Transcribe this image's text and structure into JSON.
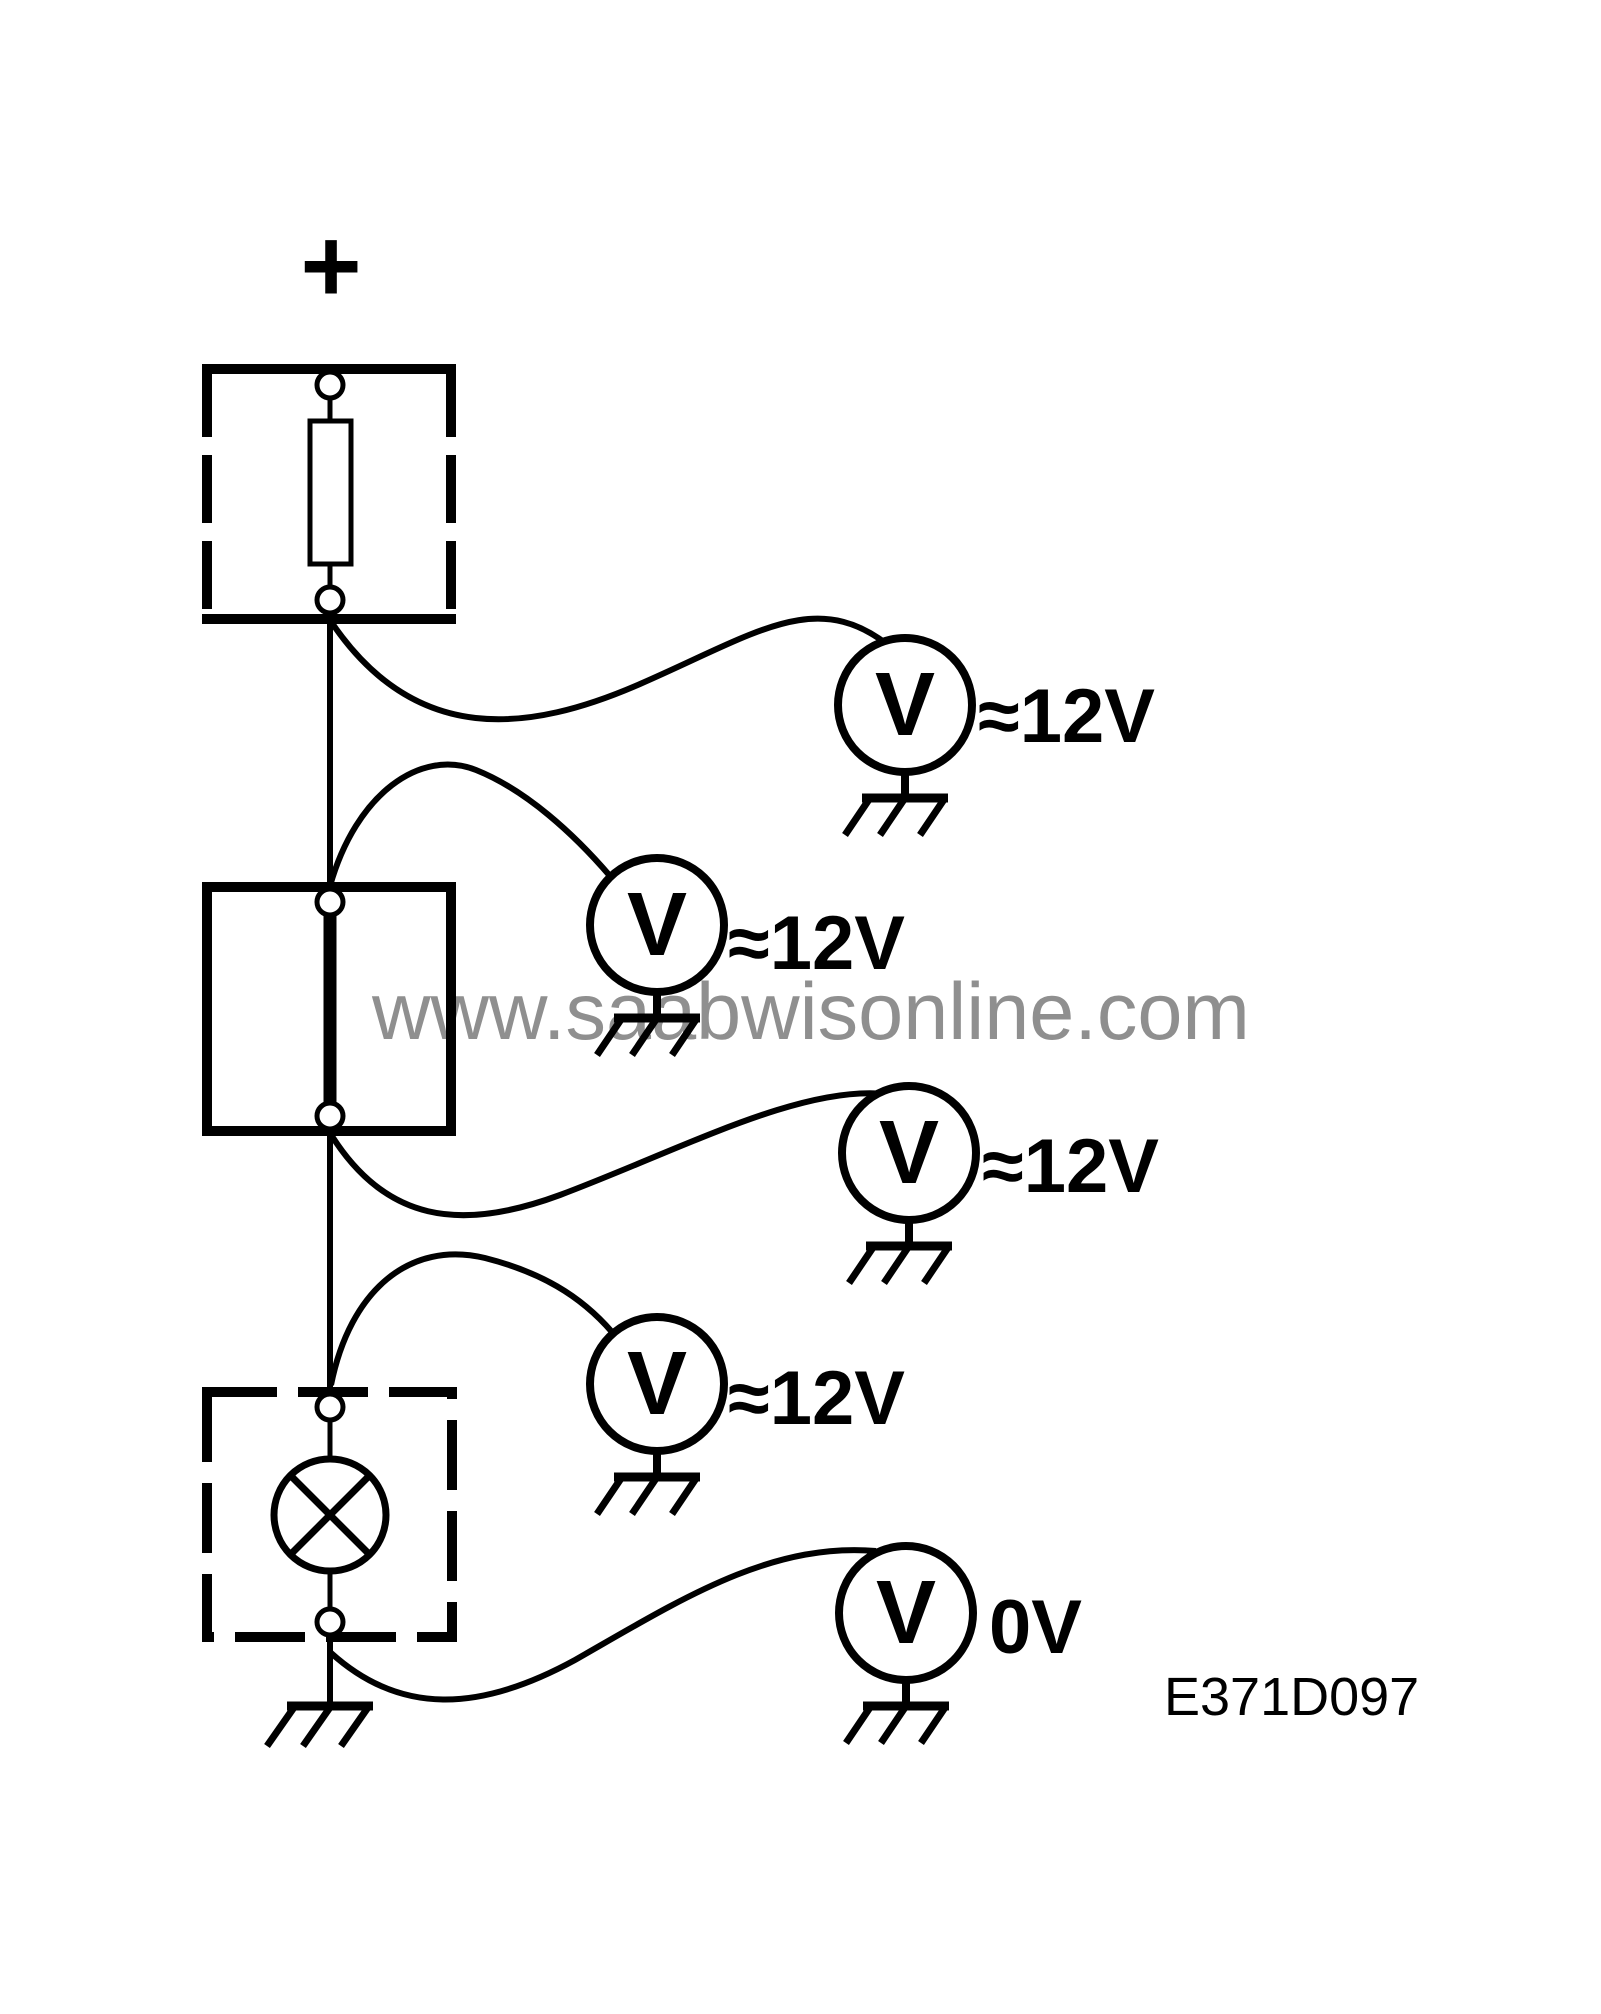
{
  "diagram": {
    "battery_positive_symbol": "+",
    "meter_symbol": "V",
    "meters": [
      {
        "name": "voltmeter-after-fuse",
        "reading": "≈12V"
      },
      {
        "name": "voltmeter-switch-input",
        "reading": "≈12V"
      },
      {
        "name": "voltmeter-switch-output",
        "reading": "≈12V"
      },
      {
        "name": "voltmeter-lamp-input",
        "reading": "≈12V"
      },
      {
        "name": "voltmeter-lamp-output",
        "reading": "0V"
      }
    ],
    "watermark": "www.saabwisonline.com",
    "figure_code": "E371D097",
    "colors": {
      "line": "#000000",
      "watermark": "#8f8f8f",
      "background": "#ffffff"
    }
  }
}
